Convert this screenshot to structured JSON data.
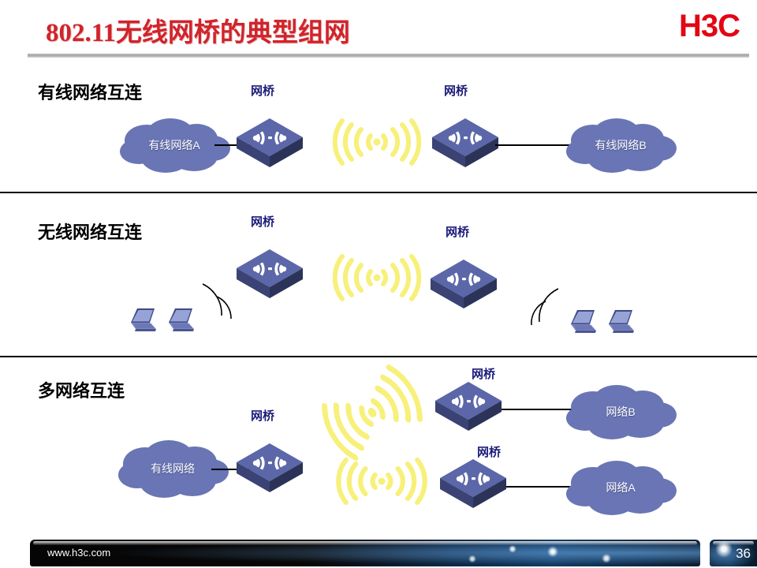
{
  "header": {
    "title": "802.11无线网桥的典型组网",
    "logo": "H3C",
    "title_color": "#d2232a",
    "logo_color": "#e30613"
  },
  "sections": [
    {
      "id": "wired-interconnect",
      "label": "有线网络互连",
      "bridge_labels": [
        "网桥",
        "网桥"
      ],
      "clouds": [
        "有线网络A",
        "有线网络B"
      ],
      "link_type": "wireless"
    },
    {
      "id": "wireless-interconnect",
      "label": "无线网络互连",
      "bridge_labels": [
        "网桥",
        "网桥"
      ],
      "clouds": [],
      "link_type": "wireless",
      "clients": [
        "laptop",
        "laptop",
        "laptop",
        "laptop"
      ]
    },
    {
      "id": "multi-network-interconnect",
      "label": "多网络互连",
      "bridge_labels": [
        "网桥",
        "网桥",
        "网桥"
      ],
      "clouds": [
        "有线网络",
        "网络B",
        "网络A"
      ],
      "link_type": "wireless"
    }
  ],
  "colors": {
    "cloud_fill": "#6975b4",
    "device_top": "#5b67a8",
    "device_side": "#3e4878",
    "device_front": "#2f3760",
    "wifi_yellow": "#f7f07a",
    "bridge_label": "#1b1b7a",
    "divider": "#000000",
    "rule": "#b2b2b2"
  },
  "footer": {
    "url": "www.h3c.com",
    "page_number": "36"
  }
}
